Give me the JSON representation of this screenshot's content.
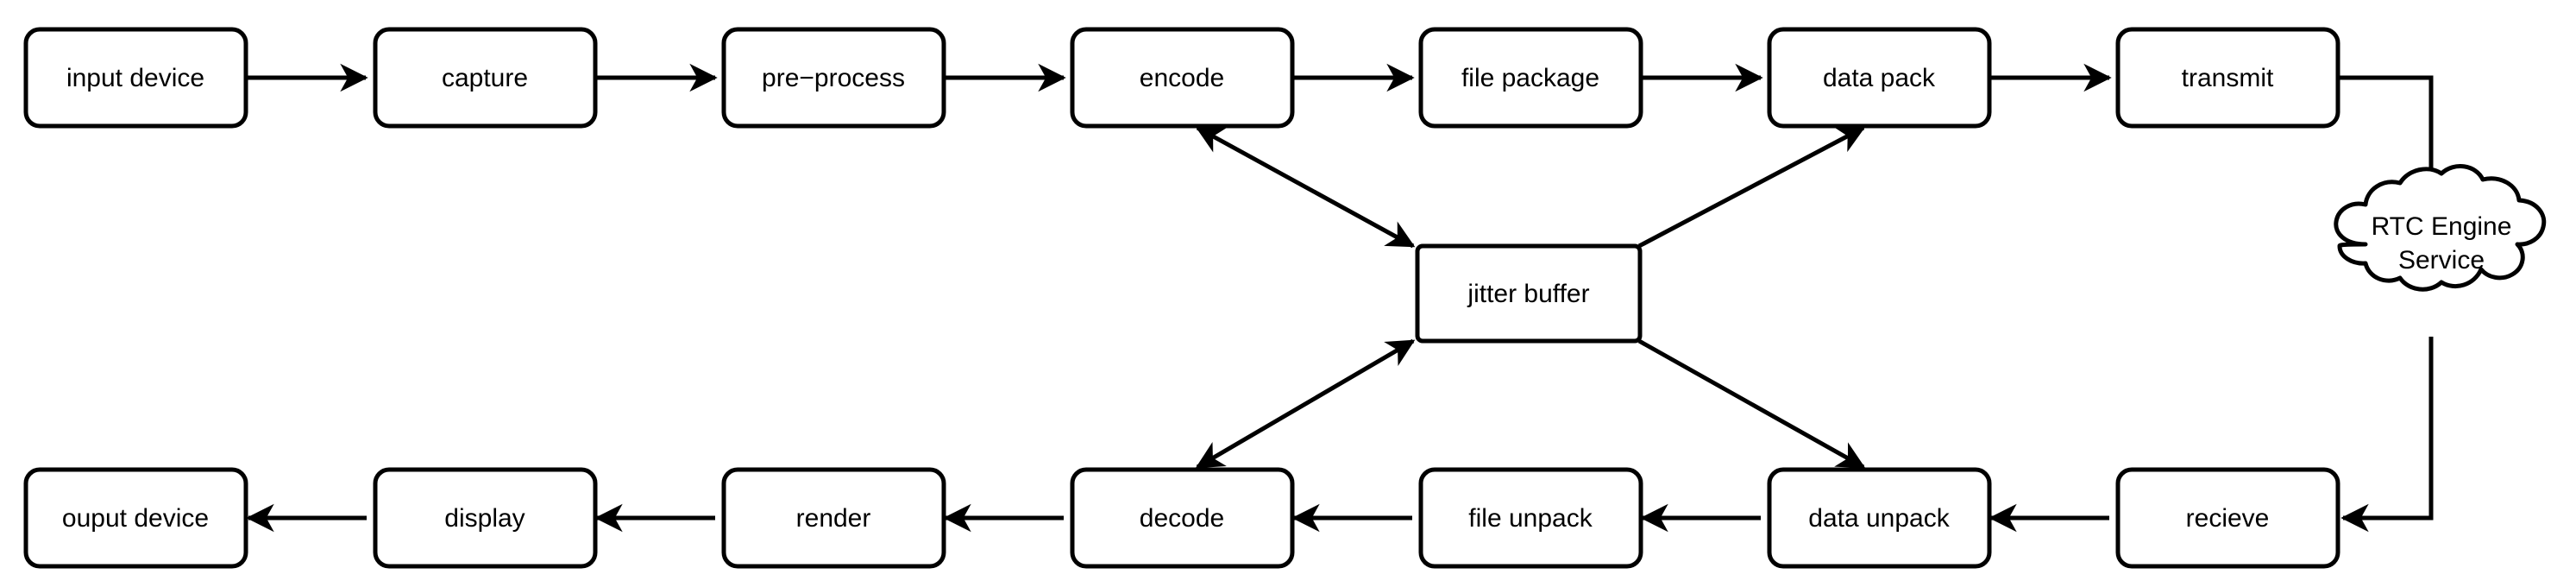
{
  "diagram": {
    "title": "RTC media pipeline flowchart",
    "colors": {
      "stroke": "#000000",
      "fill": "#ffffff",
      "background": "#ffffff"
    },
    "nodes": {
      "input_device": "input device",
      "capture": "capture",
      "pre_process": "pre−process",
      "encode": "encode",
      "file_package": "file package",
      "data_pack": "data pack",
      "transmit": "transmit",
      "jitter_buffer": "jitter buffer",
      "rtc_engine_line1": "RTC Engine",
      "rtc_engine_line2": "Service",
      "recieve": "recieve",
      "data_unpack": "data unpack",
      "file_unpack": "file unpack",
      "decode": "decode",
      "render": "render",
      "display": "display",
      "ouput_device": "ouput device"
    },
    "edges": [
      {
        "from": "input device",
        "to": "capture",
        "style": "arrow"
      },
      {
        "from": "capture",
        "to": "pre−process",
        "style": "arrow"
      },
      {
        "from": "pre−process",
        "to": "encode",
        "style": "arrow"
      },
      {
        "from": "encode",
        "to": "file package",
        "style": "arrow"
      },
      {
        "from": "file package",
        "to": "data pack",
        "style": "arrow"
      },
      {
        "from": "data pack",
        "to": "transmit",
        "style": "arrow"
      },
      {
        "from": "transmit",
        "to": "RTC Engine Service",
        "style": "elbow-arrow"
      },
      {
        "from": "RTC Engine Service",
        "to": "recieve",
        "style": "elbow-arrow"
      },
      {
        "from": "recieve",
        "to": "data unpack",
        "style": "arrow"
      },
      {
        "from": "data unpack",
        "to": "file unpack",
        "style": "arrow"
      },
      {
        "from": "file unpack",
        "to": "decode",
        "style": "arrow"
      },
      {
        "from": "decode",
        "to": "render",
        "style": "arrow"
      },
      {
        "from": "render",
        "to": "display",
        "style": "arrow"
      },
      {
        "from": "display",
        "to": "ouput device",
        "style": "arrow"
      },
      {
        "from": "encode",
        "to": "jitter buffer",
        "style": "double-arrow"
      },
      {
        "from": "jitter buffer",
        "to": "data pack",
        "style": "arrow"
      },
      {
        "from": "jitter buffer",
        "to": "decode",
        "style": "double-arrow"
      },
      {
        "from": "jitter buffer",
        "to": "data unpack",
        "style": "arrow"
      }
    ]
  }
}
